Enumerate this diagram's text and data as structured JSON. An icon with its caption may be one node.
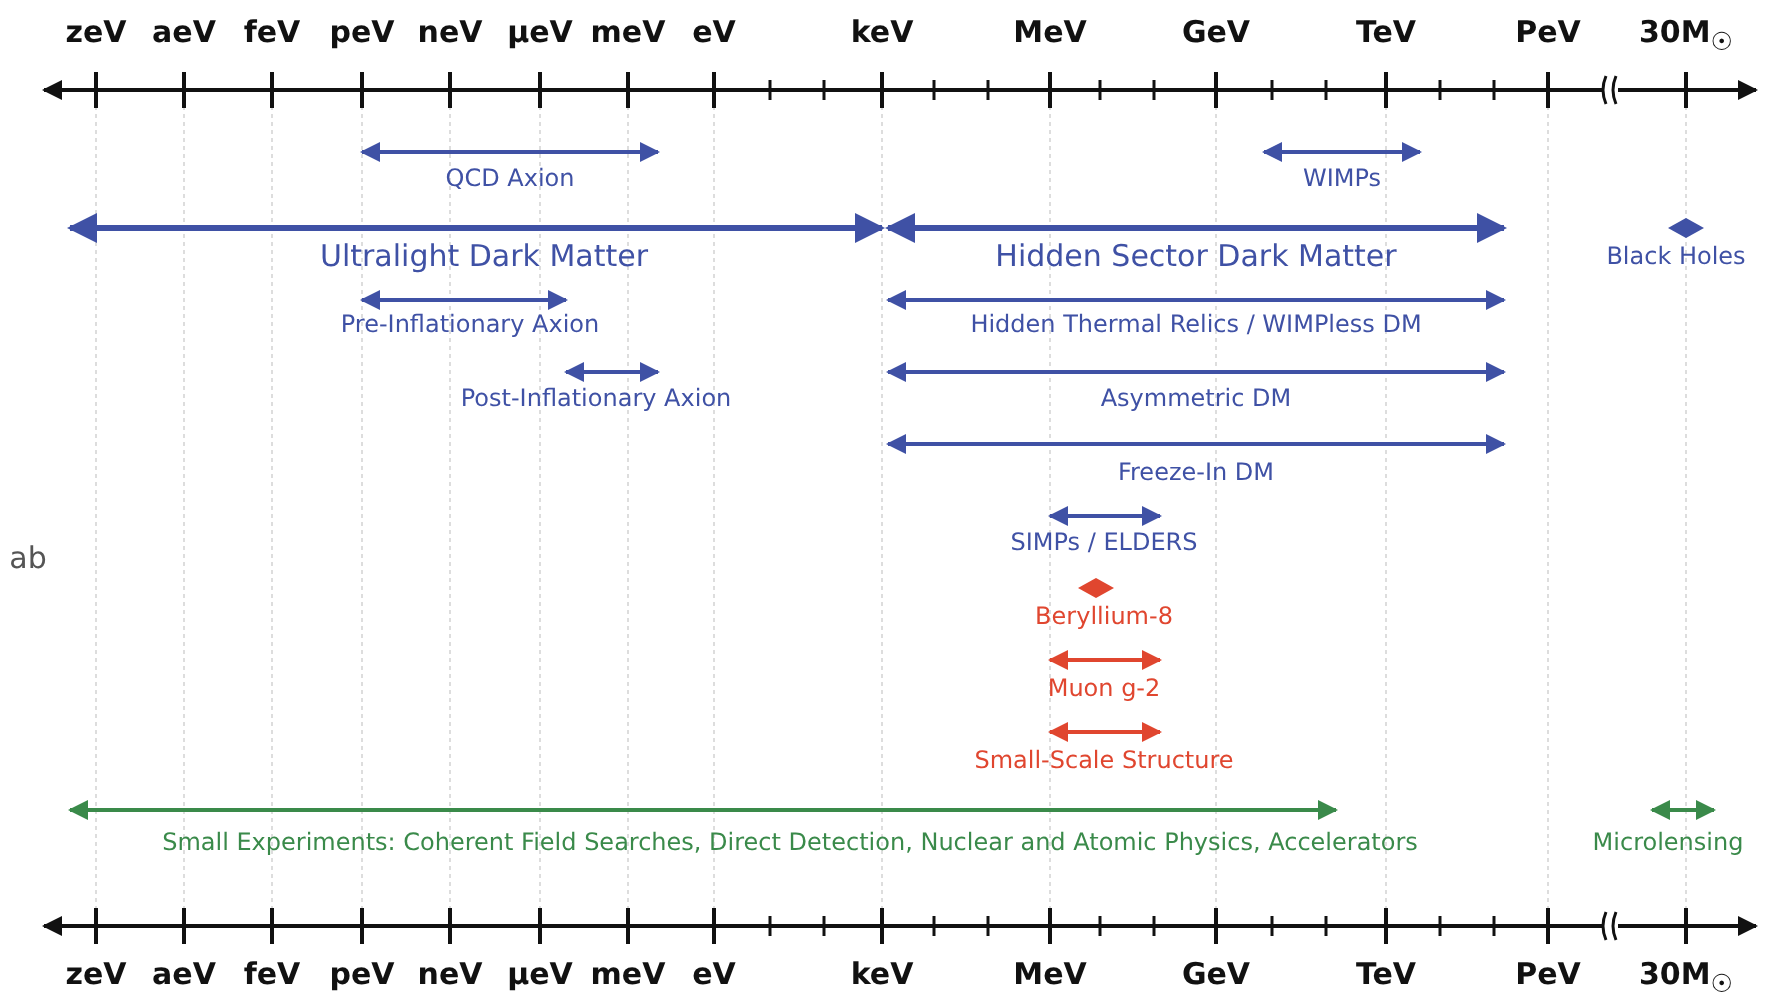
{
  "diagram": {
    "labels": [
      "zeV",
      "aeV",
      "feV",
      "peV",
      "neV",
      "μeV",
      "meV",
      "eV",
      "keV",
      "MeV",
      "GeV",
      "TeV",
      "PeV",
      "30M$_{☉}$",
      "QCD Axion",
      "WIMPs",
      "Ultralight Dark Matter",
      "Hidden Sector Dark Matter",
      "Black Holes",
      "Pre-Inflationary Axion",
      "Hidden Thermal Relics / WIMPless DM",
      "Post-Inflationary Axion",
      "Asymmetric DM",
      "Freeze-In DM",
      "ab",
      "SIMPs / ELDERS",
      "Beryllium-8",
      "Muon g-2",
      "Small-Scale Structure",
      "Small Experiments: Coherent Field Searches, Direct Detection, Nuclear and Atomic Physics, Accelerators",
      "Microlensing",
      "zeV",
      "aeV",
      "feV",
      "peV",
      "neV",
      "μeV",
      "meV",
      "eV",
      "keV",
      "MeV",
      "GeV",
      "TeV",
      "PeV",
      "30M$_{☉}$"
    ]
  }
}
